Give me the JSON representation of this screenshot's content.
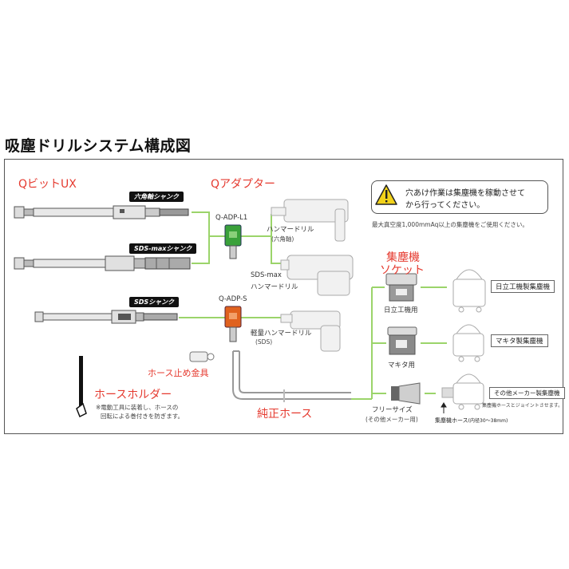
{
  "title": "吸塵ドリルシステム構成図",
  "sections": {
    "bit": "QビットUX",
    "adapter": "Qアダプター",
    "socket_line1": "集塵機",
    "socket_line2": "ソケット",
    "hose_stopper": "ホース止め金具",
    "hose_holder": "ホースホルダー",
    "genuine_hose": "純正ホース"
  },
  "shank_tags": {
    "hex": "六角軸シャンク",
    "sdsmax": "SDS-maxシャンク",
    "sds": "SDSシャンク"
  },
  "adapters": {
    "l1": "Q-ADP-L1",
    "s": "Q-ADP-S"
  },
  "drills": {
    "hammer_hex_1": "ハンマードリル",
    "hammer_hex_2": "(六角軸)",
    "sdsmax_1": "SDS-max",
    "sdsmax_2": "ハンマードリル",
    "light_1": "軽量ハンマードリル",
    "light_2": "(SDS)"
  },
  "hose_holder_note_1": "※電動工具に装着し、ホースの",
  "hose_holder_note_2": "回転による巻付きを防ぎます。",
  "warning": {
    "line1": "穴あけ作業は集塵機を稼動させて",
    "line2": "から行ってください。",
    "note": "最大真空度1,000mmAq以上の集塵機をご使用ください。"
  },
  "sockets": {
    "hitachi": "日立工機用",
    "makita": "マキタ用",
    "free_1": "フリーサイズ",
    "free_2": "(その他メーカー用)"
  },
  "collectors": {
    "hitachi": "日立工機製集塵機",
    "makita": "マキタ製集塵機",
    "other": "その他メーカー製集塵機",
    "other_note": "集塵機ホースとジョイントさせます。"
  },
  "collector_hose": "集塵機ホース",
  "collector_hose_spec": "(内径30〜38mm)",
  "colors": {
    "accent_red": "#e53a2f",
    "connector_green": "#9bd46a",
    "adapter_green": "#3aa13a",
    "adapter_orange": "#e0621e"
  }
}
